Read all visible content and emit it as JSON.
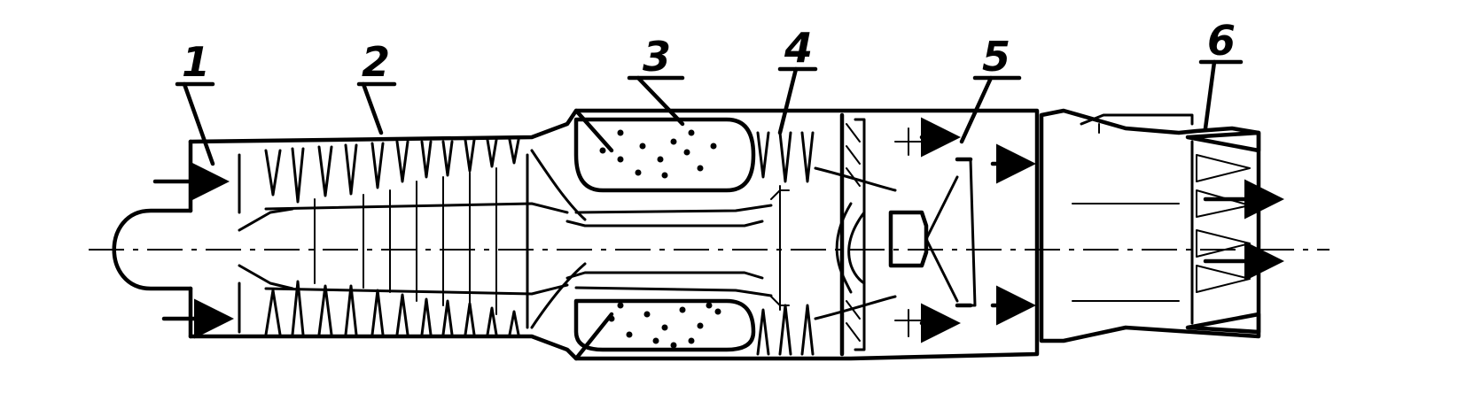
{
  "labels": [
    {
      "id": "1",
      "text": "1"
    },
    {
      "id": "2",
      "text": "2"
    },
    {
      "id": "3",
      "text": "3"
    },
    {
      "id": "4",
      "text": "4"
    },
    {
      "id": "5",
      "text": "5"
    },
    {
      "id": "6",
      "text": "6"
    }
  ],
  "colors": {
    "ink": "#000000",
    "background": "#ffffff"
  }
}
